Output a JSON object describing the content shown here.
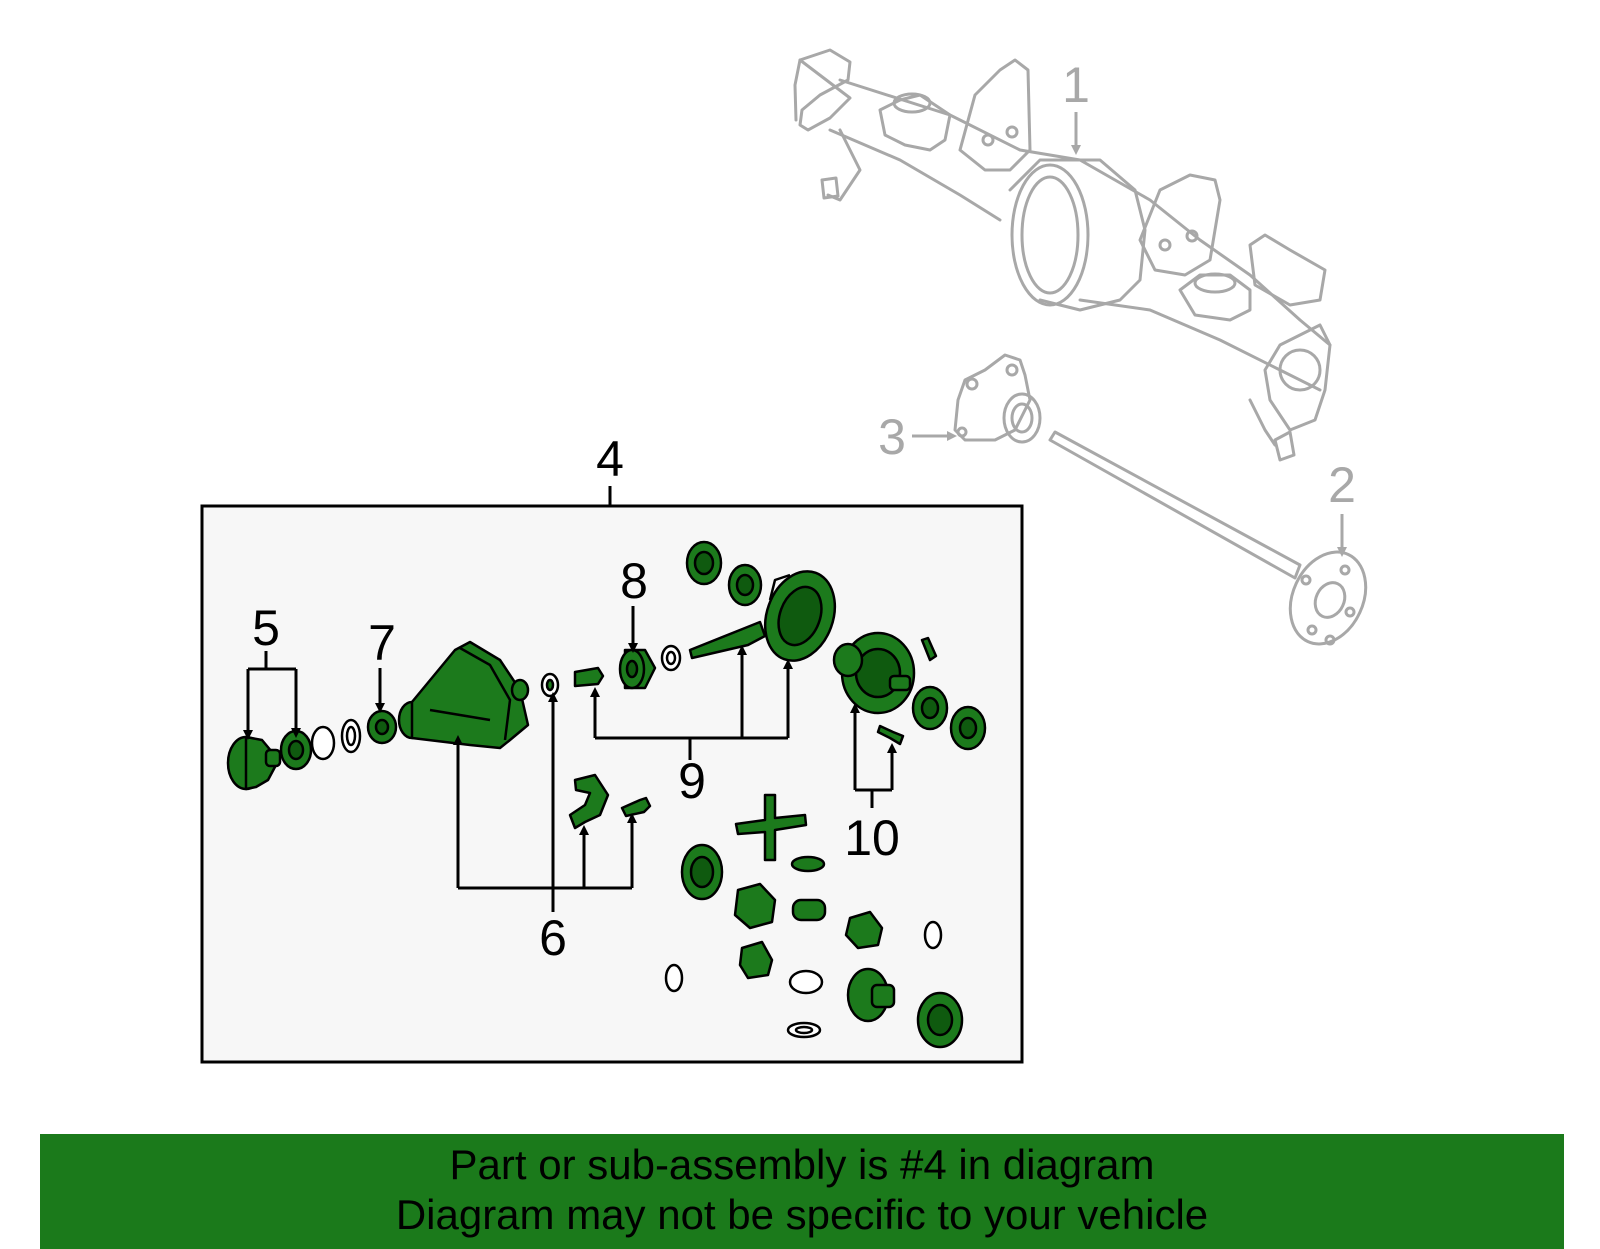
{
  "callouts": {
    "c1": "1",
    "c2": "2",
    "c3": "3",
    "c4": "4",
    "c5": "5",
    "c6": "6",
    "c7": "7",
    "c8": "8",
    "c9": "9",
    "c10": "10"
  },
  "banner": {
    "line1": "Part or sub-assembly is #4 in diagram",
    "line2": "Diagram may not be specific to your vehicle"
  },
  "colors": {
    "part_fill": "#1c7a1c",
    "banner_bg": "#1b7a1b",
    "context_stroke": "#a8a8a8",
    "box_bg": "#f7f7f7"
  }
}
